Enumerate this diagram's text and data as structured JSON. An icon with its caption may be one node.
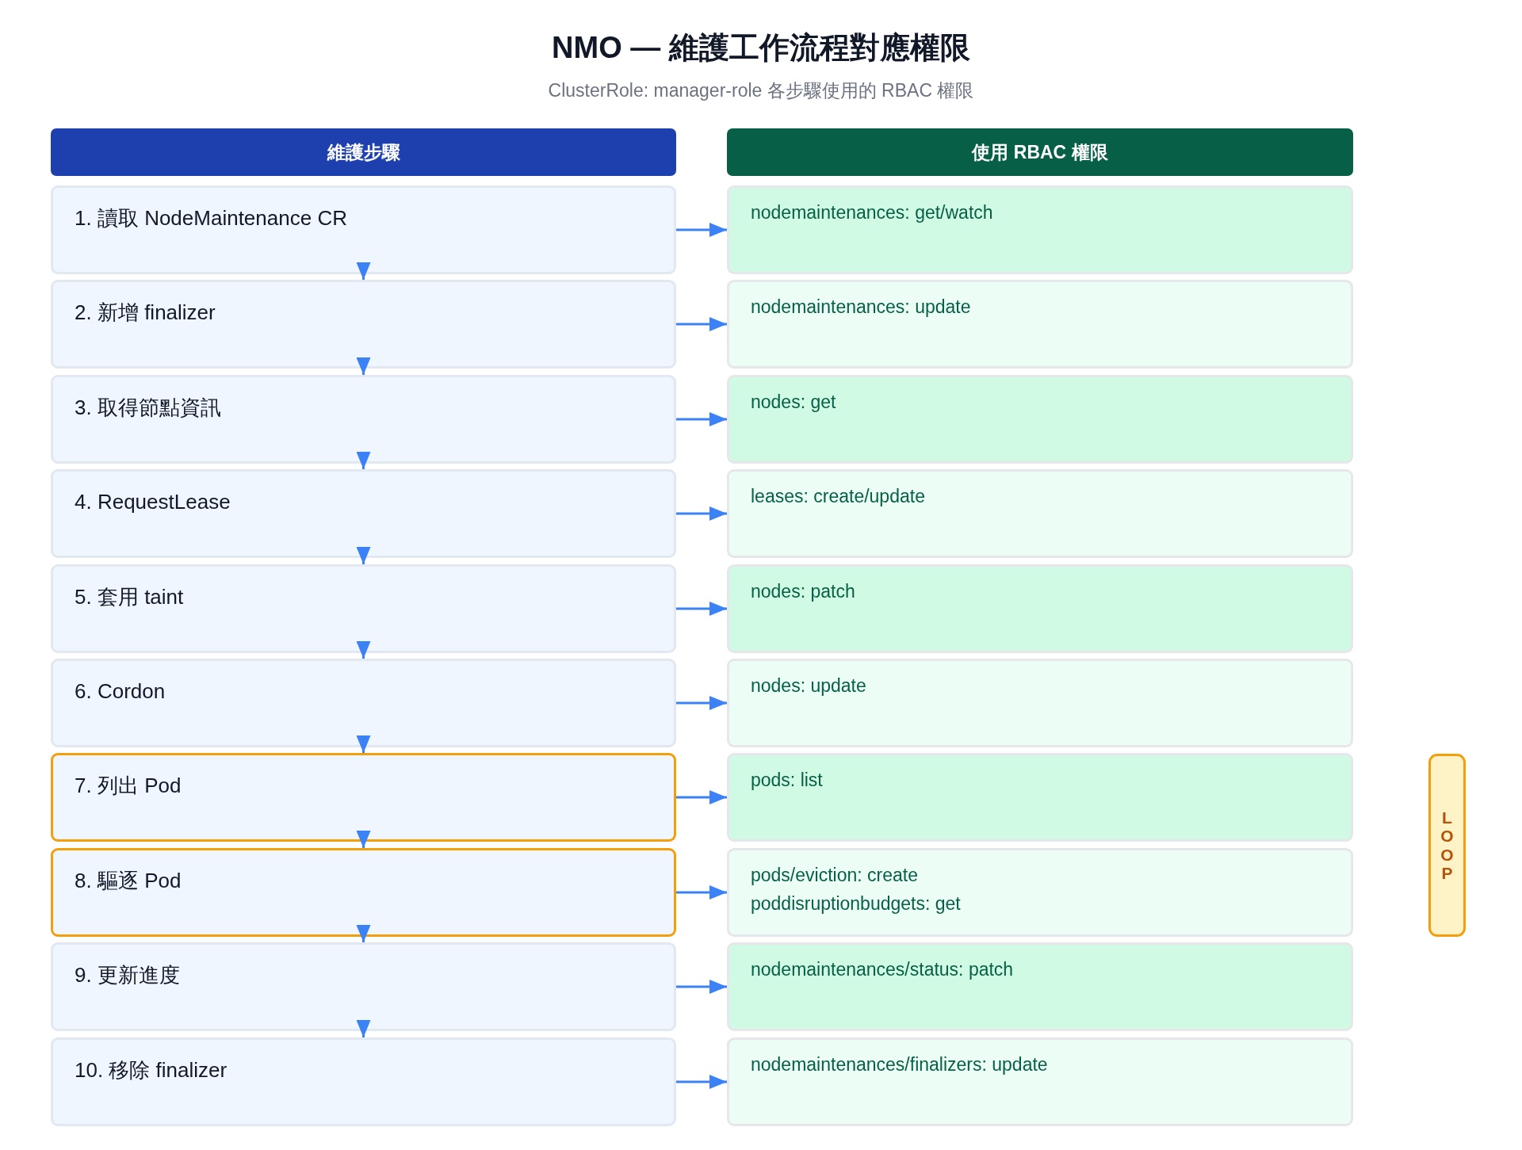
{
  "diagram": {
    "title": "NMO — 維護工作流程對應權限",
    "nodes": [
      {
        "text": [
          "維護步驟"
        ]
      },
      {
        "text": [
          "使用 RBAC 權限"
        ]
      },
      {
        "text": [
          "1. 讀取 NodeMaintenance CR"
        ]
      },
      {
        "text": [
          "nodemaintenances: get/watch"
        ]
      },
      {
        "text": [
          "2. 新增 finalizer"
        ]
      },
      {
        "text": [
          "nodemaintenances: update"
        ]
      },
      {
        "text": [
          "3. 取得節點資訊"
        ]
      },
      {
        "text": [
          "nodes: get"
        ]
      },
      {
        "text": [
          "4. RequestLease"
        ]
      },
      {
        "text": [
          "leases: create/update"
        ]
      },
      {
        "text": [
          "5. 套用 taint"
        ]
      },
      {
        "text": [
          "nodes: patch"
        ]
      },
      {
        "text": [
          "6. Cordon"
        ]
      },
      {
        "text": [
          "nodes: update"
        ]
      },
      {
        "text": [
          "7. 列出 Pod"
        ]
      },
      {
        "text": [
          "pods: list"
        ]
      },
      {
        "text": [
          "8. 驅逐 Pod"
        ]
      },
      {
        "text": [
          "pods/eviction: create",
          "poddisruptionbudgets: get"
        ]
      },
      {
        "text": [
          "9. 更新進度"
        ]
      },
      {
        "text": [
          "nodemaintenances/status: patch"
        ]
      },
      {
        "text": [
          "10. 移除 finalizer"
        ]
      },
      {
        "text": [
          "nodemaintenances/finalizers: update"
        ]
      },
      {
        "text": [
          "LOOP"
        ]
      }
    ],
    "edges": [
      {
        "from": 2,
        "to": 3,
        "arrow": "to"
      },
      {
        "from": 4,
        "to": 5,
        "arrow": "to"
      },
      {
        "from": 6,
        "to": 7,
        "arrow": "to"
      },
      {
        "from": 8,
        "to": 9,
        "arrow": "to"
      },
      {
        "from": 10,
        "to": 11,
        "arrow": "to"
      },
      {
        "from": 12,
        "to": 13,
        "arrow": "to"
      },
      {
        "from": 14,
        "to": 15,
        "arrow": "to"
      },
      {
        "from": 16,
        "to": 17,
        "arrow": "to"
      },
      {
        "from": 18,
        "to": 19,
        "arrow": "to"
      },
      {
        "from": 20,
        "to": 21,
        "arrow": "to"
      },
      {
        "from": 2,
        "to": 4,
        "arrow": "to"
      },
      {
        "from": 4,
        "to": 6,
        "arrow": "to"
      },
      {
        "from": 6,
        "to": 8,
        "arrow": "to"
      },
      {
        "from": 8,
        "to": 10,
        "arrow": "to"
      },
      {
        "from": 10,
        "to": 12,
        "arrow": "to"
      },
      {
        "from": 12,
        "to": 14,
        "arrow": "to"
      },
      {
        "from": 14,
        "to": 16,
        "arrow": "to"
      },
      {
        "from": 16,
        "to": 18,
        "arrow": "to"
      },
      {
        "from": 18,
        "to": 20,
        "arrow": "to"
      }
    ],
    "labels": [
      "ClusterRole: manager-role 各步驟使用的 RBAC 權限"
    ]
  }
}
